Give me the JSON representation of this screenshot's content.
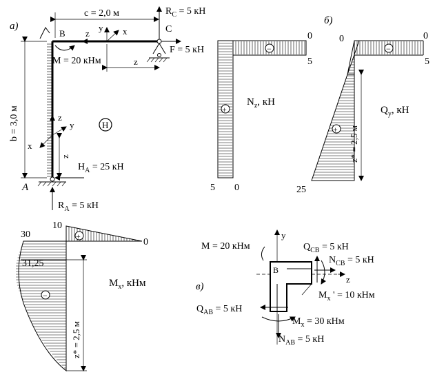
{
  "panel_a": {
    "tag": "а)",
    "dim_c": "c = 2,0 м",
    "dim_b": "b = 3,0 м",
    "force_rc": "R",
    "force_rc_sub": "C",
    "force_rc_val": " = 5 кН",
    "point_c": "C",
    "point_b": "B",
    "point_a": "A",
    "force_f": "F = 5 кН",
    "moment_m": "M = 20 кНм",
    "force_ha": "H",
    "force_ha_sub": "A",
    "force_ha_val": " = 25 кН",
    "force_ra": "R",
    "force_ra_sub": "A",
    "force_ra_val": " = 5 кН",
    "axis_z": "z",
    "axis_y": "y",
    "axis_x": "x",
    "h_symbol": "Н"
  },
  "panel_n": {
    "label": "N",
    "label_sub": "z",
    "label_unit": ", кН",
    "top_right": "0",
    "right_val": "5",
    "bottom_left": "5",
    "bottom_right": "0",
    "sign_top": "−",
    "sign_col": "+"
  },
  "panel_q": {
    "tag": "б)",
    "label": "Q",
    "label_sub": "y",
    "label_unit": ", кН",
    "top_left": "0",
    "top_right": "0",
    "right_val": "5",
    "bottom_val": "25",
    "zstar": "z* = 2,5 м",
    "sign_top": "−",
    "sign_col": "+"
  },
  "panel_m": {
    "label": "M",
    "label_sub": "x",
    "label_unit": ", кНм",
    "v30": "30",
    "v10": "10",
    "v0": "0",
    "v3125": "31,25",
    "zstar": "z* = 2,5 м",
    "sign_top": "+",
    "sign_col": "−"
  },
  "panel_v": {
    "tag": "в)",
    "moment_m": "M = 20 кНм",
    "q_cb": "Q",
    "q_cb_sub": "CB",
    "q_cb_val": " = 5 кН",
    "n_cb": "N",
    "n_cb_sub": "CB",
    "n_cb_val": " = 5 кН",
    "mx_prime": "M",
    "mx_prime_sub": "x",
    "mx_prime_val": " ' = 10 кНм",
    "q_ab": "Q",
    "q_ab_sub": "AB",
    "q_ab_val": " = 5 кН",
    "mx": "M",
    "mx_sub": "x",
    "mx_val": " = 30 кНм",
    "n_ab": "N",
    "n_ab_sub": "AB",
    "n_ab_val": " = 5 кН",
    "axis_y": "y",
    "axis_z": "z",
    "point_b": "B"
  }
}
